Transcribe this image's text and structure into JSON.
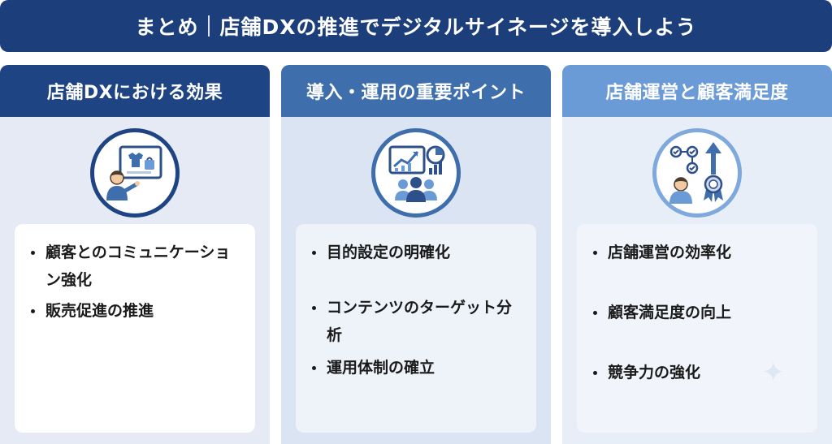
{
  "banner": {
    "title_left": "まとめ",
    "title_right": "店舗DXの推進でデジタルサイネージを導入しよう"
  },
  "columns": [
    {
      "heading": "店舗DXにおける効果",
      "icon": "person-presenting-screen-icon",
      "items": [
        "顧客とのコミュニケーション強化",
        "販売促進の推進"
      ]
    },
    {
      "heading": "導入・運用の重要ポイント",
      "icon": "analytics-team-icon",
      "items": [
        "目的設定の明確化",
        "コンテンツのターゲット分析",
        "運用体制の確立"
      ]
    },
    {
      "heading": "店舗運営と顧客満足度",
      "icon": "workflow-growth-award-icon",
      "items": [
        "店舗運営の効率化",
        "顧客満足度の向上",
        "競争力の強化"
      ]
    }
  ],
  "colors": {
    "banner": "#1c3f7c",
    "col1_header": "#1e4483",
    "col2_header": "#3f6ead",
    "col3_header": "#6b9bd6"
  }
}
